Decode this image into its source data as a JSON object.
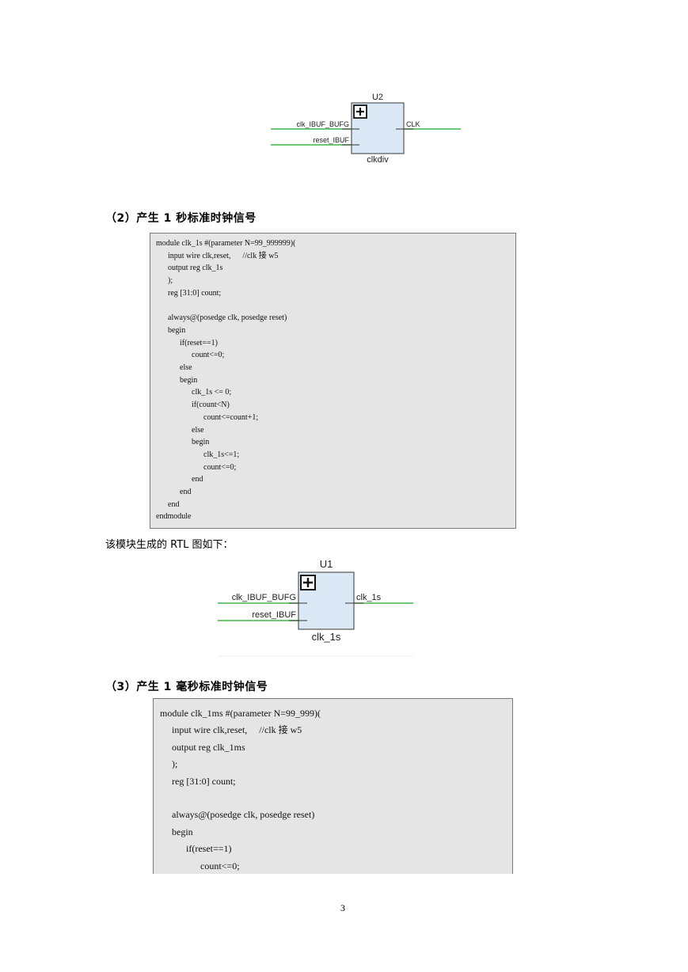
{
  "diagram1": {
    "instance": "U2",
    "cell": "clkdiv",
    "inputs": [
      "clk_IBUF_BUFG",
      "reset_IBUF"
    ],
    "output": "CLK"
  },
  "heading2": "（2）产生 1 秒标准时钟信号",
  "code1": [
    "module clk_1s #(parameter N=99_999999)(",
    "      input wire clk,reset,      //clk 接 w5",
    "      output reg clk_1s",
    "      );",
    "      reg [31:0] count;",
    "",
    "      always@(posedge clk, posedge reset)",
    "      begin",
    "            if(reset==1)",
    "                  count<=0;",
    "            else",
    "            begin",
    "                  clk_1s <= 0;",
    "                  if(count<N)",
    "                        count<=count+1;",
    "                  else",
    "                  begin",
    "                        clk_1s<=1;",
    "                        count<=0;",
    "                  end",
    "            end",
    "      end",
    "endmodule"
  ],
  "rtl_caption": "该模块生成的 RTL 图如下：",
  "diagram2": {
    "instance": "U1",
    "cell": "clk_1s",
    "inputs": [
      "clk_IBUF_BUFG",
      "reset_IBUF"
    ],
    "output": "clk_1s"
  },
  "heading3": "（3）产生 1 毫秒标准时钟信号",
  "code2": [
    "module clk_1ms #(parameter N=99_999)(",
    "     input wire clk,reset,     //clk 接 w5",
    "     output reg clk_1ms",
    "     );",
    "     reg [31:0] count;",
    "",
    "     always@(posedge clk, posedge reset)",
    "     begin",
    "           if(reset==1)",
    "                 count<=0;"
  ],
  "page_number": "3",
  "colors": {
    "block_fill": "#dbe8f6",
    "wire": "#41b649",
    "code_bg": "#e5e5e5"
  }
}
